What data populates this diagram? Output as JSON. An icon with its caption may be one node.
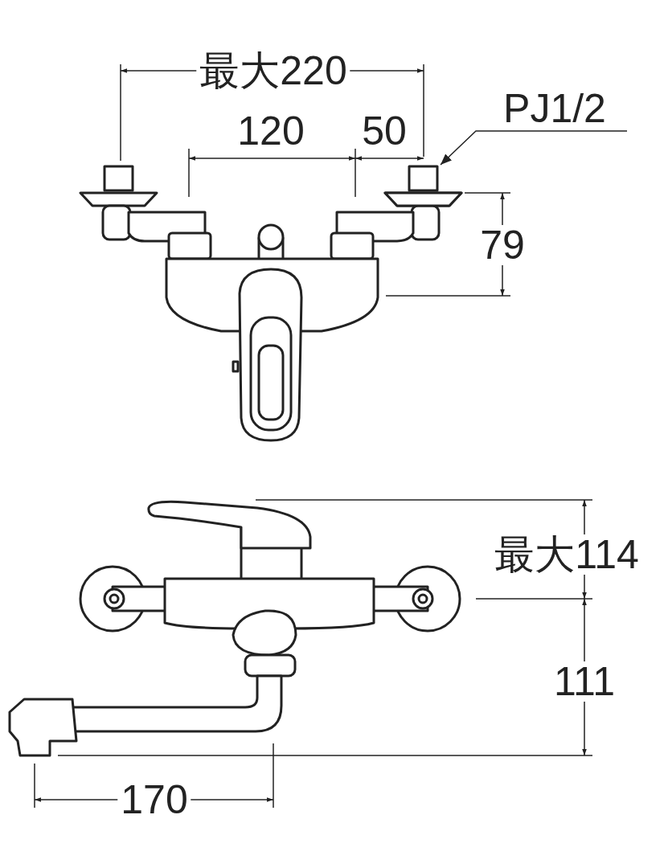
{
  "diagram": {
    "nodes": [
      {
        "text": [
          "PJ1/2"
        ]
      },
      {
        "text": [],
        "shape": "picture"
      }
    ],
    "edges": [
      {
        "from": 0,
        "to": 1,
        "arrow": "to"
      }
    ],
    "labels": [
      "最大220",
      "120",
      "50",
      "79",
      "最大114",
      "111",
      "170"
    ]
  }
}
